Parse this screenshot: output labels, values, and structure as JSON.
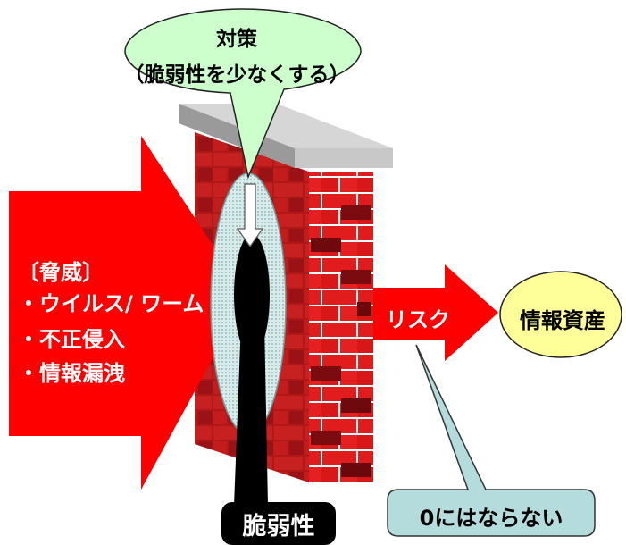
{
  "threat": {
    "title": "〔脅威〕",
    "items": [
      "・ウイルス/ ワーム",
      "・不正侵入",
      "・情報漏洩"
    ]
  },
  "countermeasure": {
    "title": "対策",
    "subtitle": "（脆弱性を少なくする）"
  },
  "vulnerability_label": "脆弱性",
  "risk_label": "リスク",
  "asset_label": "情報資産",
  "zero_label": "0にはならない",
  "colors": {
    "threat_arrow": "#ff0000",
    "brick": "#c41e1e",
    "brick_dark": "#7a0c10",
    "mortar": "#ffffff",
    "wall_cap": "#c8c8c8",
    "asset_fill": "#ffff99",
    "callout_green": "#ccffcc",
    "callout_blue": "#b4dcdc",
    "hole": "#000000"
  }
}
